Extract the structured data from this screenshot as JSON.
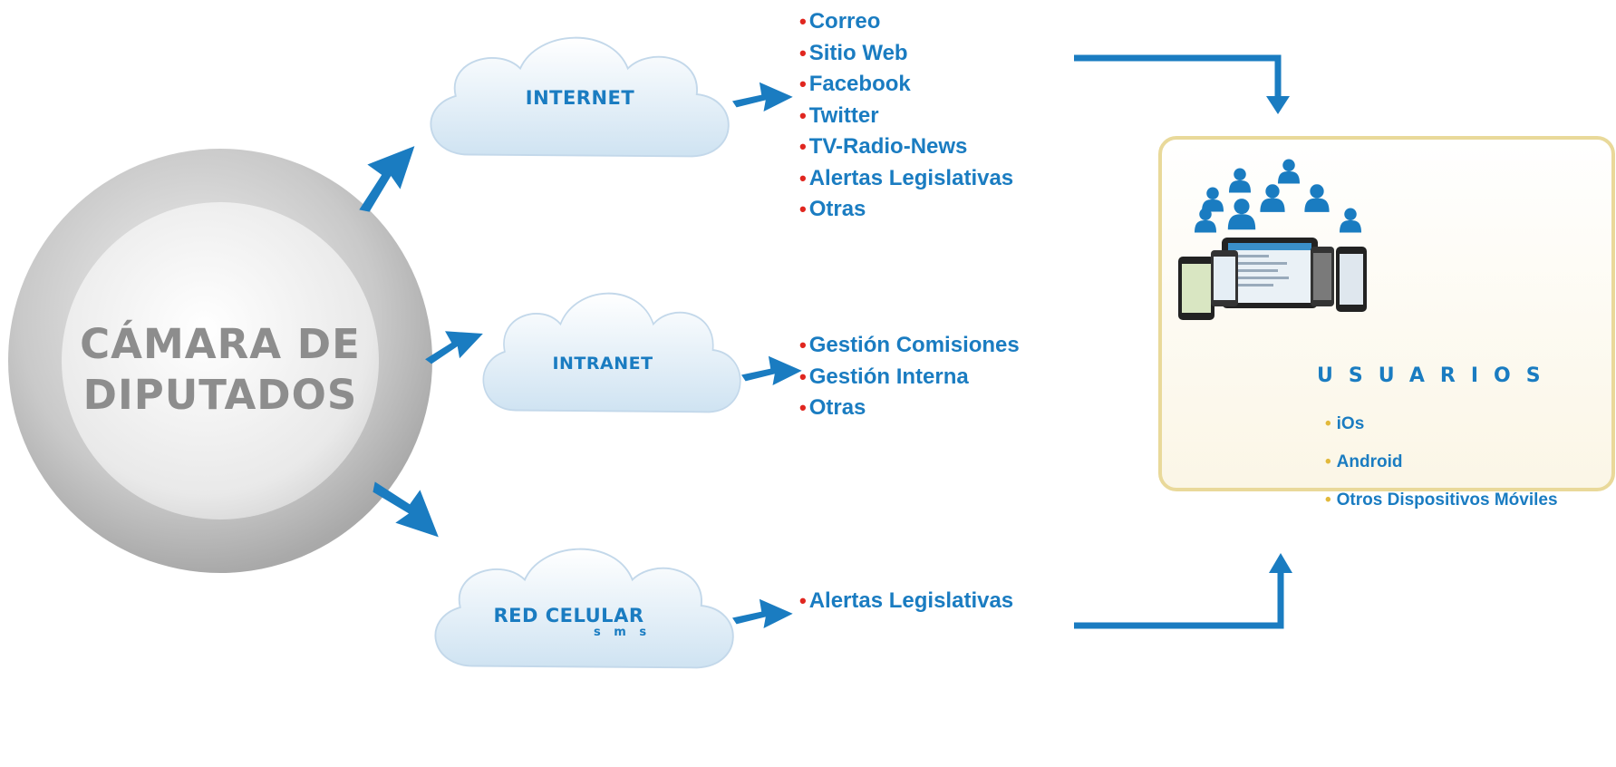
{
  "hub": {
    "line1": "CÁMARA DE",
    "line2": "DIPUTADOS"
  },
  "clouds": [
    {
      "label": "INTERNET",
      "sublabel": ""
    },
    {
      "label": "INTRANET",
      "sublabel": ""
    },
    {
      "label": "RED CELULAR",
      "sublabel": "s m s"
    }
  ],
  "internet_services": [
    "Correo",
    "Sitio Web",
    "Facebook",
    "Twitter",
    "TV-Radio-News",
    "Alertas Legislativas",
    "Otras"
  ],
  "intranet_services": [
    "Gestión Comisiones",
    "Gestión Interna",
    "Otras"
  ],
  "cellular_services": [
    "Alertas Legislativas"
  ],
  "users": {
    "title": "USUARIOS",
    "platforms": [
      "iOs",
      "Android",
      "Otros Dispositivos Móviles"
    ]
  },
  "colors": {
    "accent_blue": "#1a7cc1",
    "bullet_red": "#e0261f",
    "bullet_gold": "#e2b93b",
    "hub_gray": "#8d8d8d",
    "panel_border": "#e9d99a"
  }
}
